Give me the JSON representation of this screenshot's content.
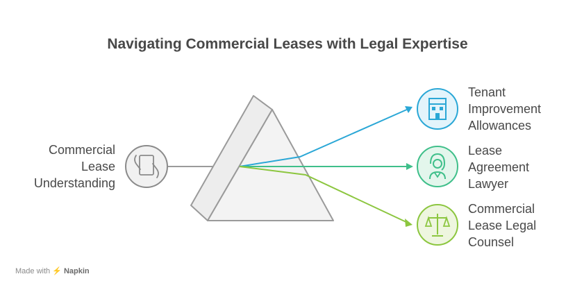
{
  "title": "Navigating Commercial Leases with Legal Expertise",
  "input": {
    "lines": [
      "Commercial",
      "Lease",
      "Understanding"
    ],
    "icon": "document-hand-icon",
    "color": "#8a8a8a"
  },
  "outputs": [
    {
      "lines": [
        "Tenant",
        "Improvement",
        "Allowances"
      ],
      "icon": "building-icon",
      "color": "#2aa7d6",
      "fill": "#e3f4fb"
    },
    {
      "lines": [
        "Lease",
        "Agreement",
        "Lawyer"
      ],
      "icon": "lawyer-icon",
      "color": "#3fbf8a",
      "fill": "#e3f6ec"
    },
    {
      "lines": [
        "Commercial",
        "Lease Legal",
        "Counsel"
      ],
      "icon": "scales-icon",
      "color": "#8cc63f",
      "fill": "#eef6df"
    }
  ],
  "footer": {
    "prefix": "Made with",
    "brand": "Napkin"
  }
}
